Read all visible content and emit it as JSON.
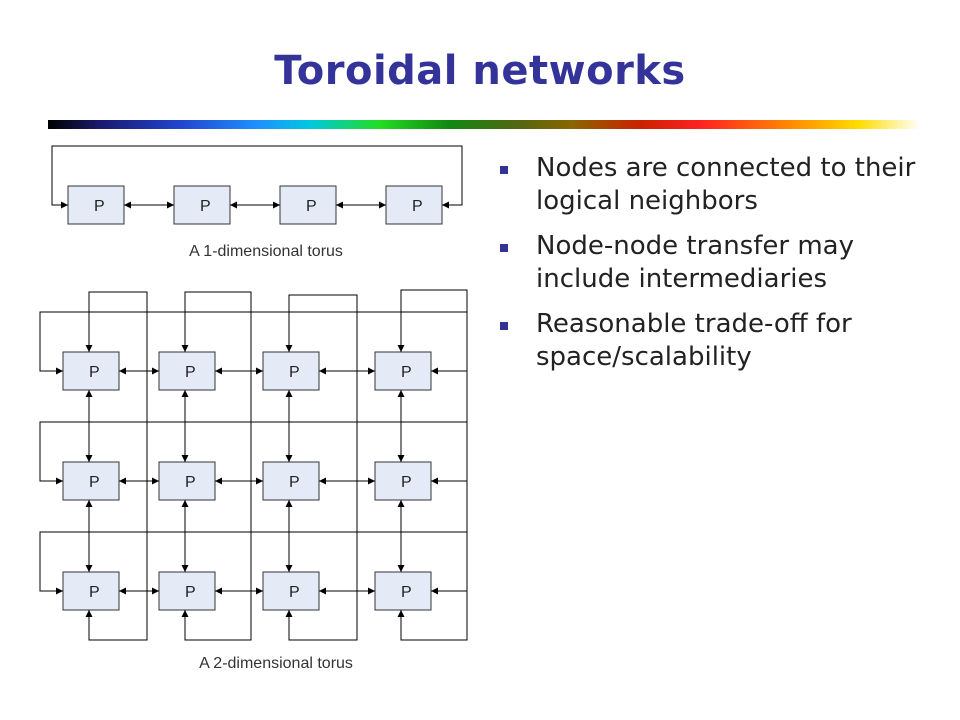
{
  "title": "Toroidal networks",
  "bullets": [
    "Nodes are connected to their logical neighbors",
    "Node-node transfer may include intermediaries",
    "Reasonable trade-off for space/scalability"
  ],
  "torus_1d": {
    "caption": "A 1-dimensional torus",
    "node_label": "P",
    "node_count": 4
  },
  "torus_2d": {
    "caption": "A 2-dimensional torus",
    "node_label": "P",
    "rows": 3,
    "cols": 4
  },
  "colors": {
    "title": "#333399",
    "bullet": "#333399",
    "node_fill": "#e4ebf7"
  }
}
